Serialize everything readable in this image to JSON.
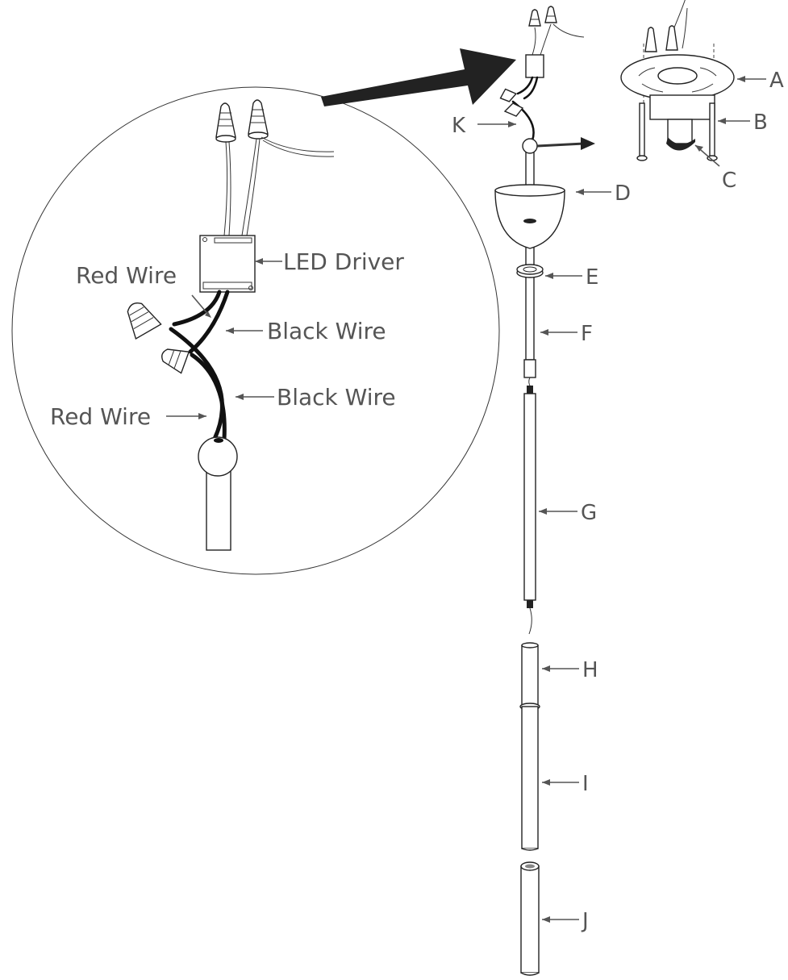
{
  "detail_labels": {
    "led_driver": "LED Driver",
    "red_wire_upper": "Red Wire",
    "black_wire_upper": "Black Wire",
    "black_wire_lower": "Black Wire",
    "red_wire_lower": "Red Wire"
  },
  "part_labels": {
    "a": "A",
    "b": "B",
    "c": "C",
    "d": "D",
    "e": "E",
    "f": "F",
    "g": "G",
    "h": "H",
    "i": "I",
    "j": "J",
    "k": "K"
  }
}
